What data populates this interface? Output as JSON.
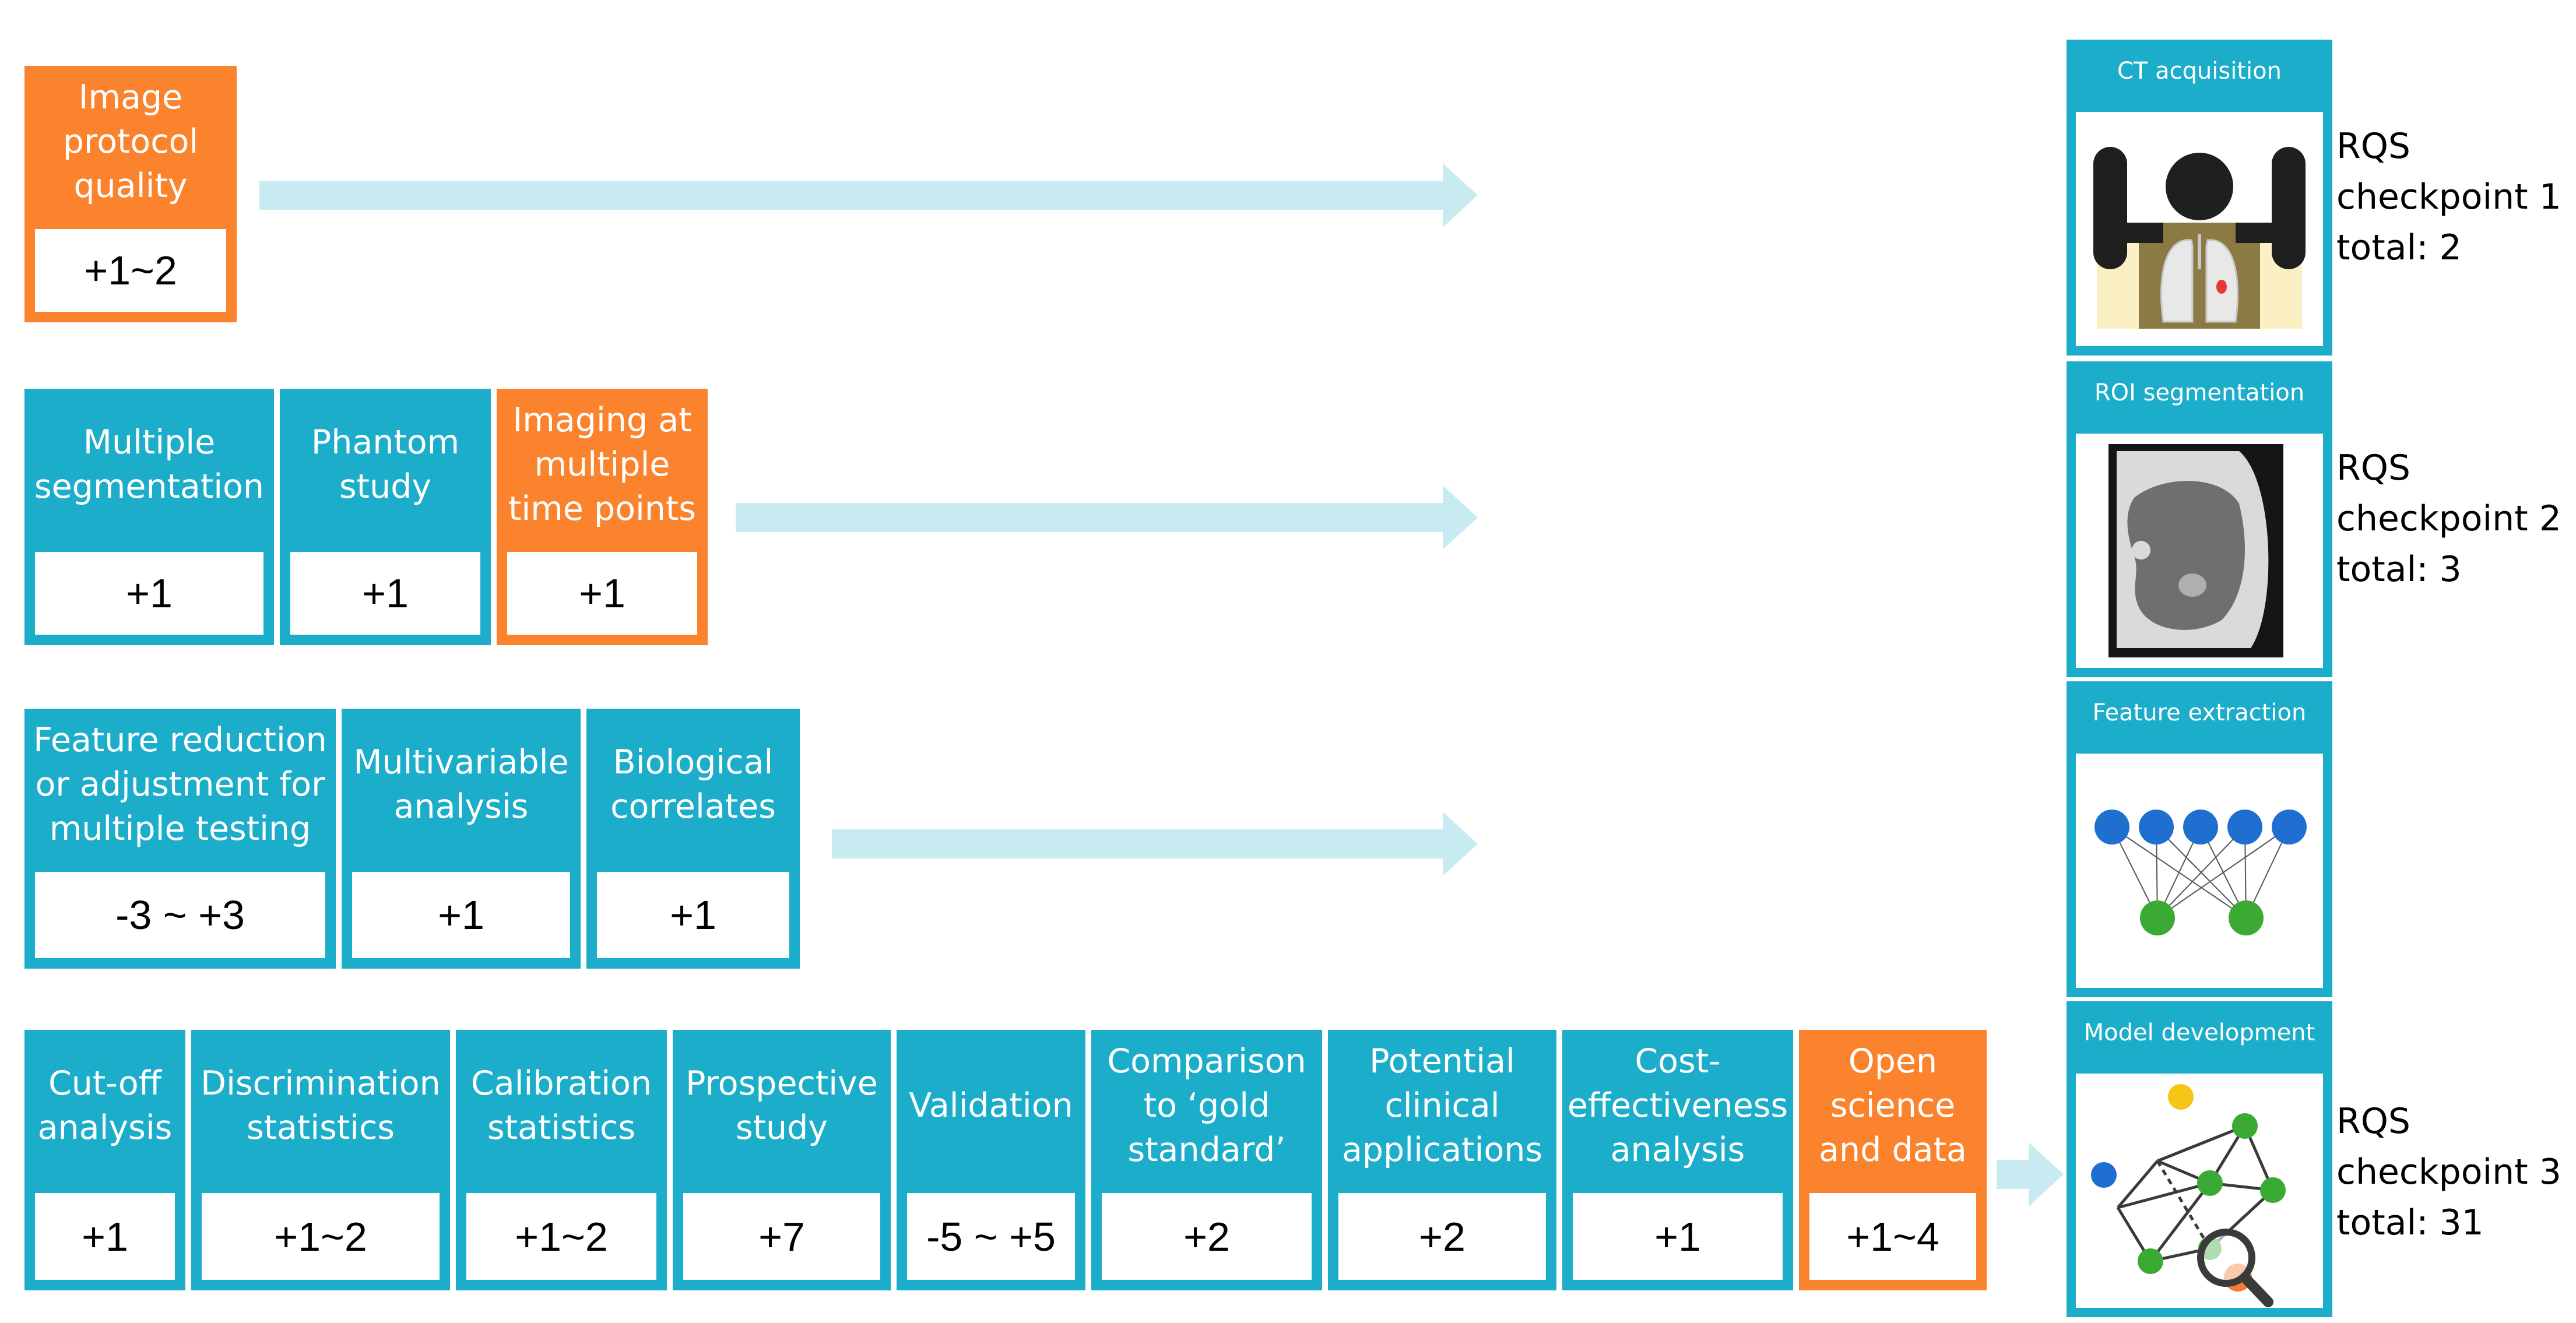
{
  "rows": [
    {
      "criteria": [
        {
          "title": "Image protocol quality",
          "score": "+1~2",
          "color": "orange"
        }
      ]
    },
    {
      "criteria": [
        {
          "title": "Multiple segmentation",
          "score": "+1",
          "color": "blue"
        },
        {
          "title": "Phantom study",
          "score": "+1",
          "color": "blue"
        },
        {
          "title": "Imaging at multiple time points",
          "score": "+1",
          "color": "orange"
        }
      ]
    },
    {
      "criteria": [
        {
          "title": "Feature reduction or adjustment for multiple testing",
          "score": "-3 ~ +3",
          "color": "blue"
        },
        {
          "title": "Multivariable analysis",
          "score": "+1",
          "color": "blue"
        },
        {
          "title": "Biological correlates",
          "score": "+1",
          "color": "blue"
        }
      ]
    },
    {
      "criteria": [
        {
          "title": "Cut-off analysis",
          "score": "+1",
          "color": "blue"
        },
        {
          "title": "Discrimination statistics",
          "score": "+1~2",
          "color": "blue"
        },
        {
          "title": "Calibration statistics",
          "score": "+1~2",
          "color": "blue"
        },
        {
          "title": "Prospective study",
          "score": "+7",
          "color": "blue"
        },
        {
          "title": "Validation",
          "score": "-5 ~ +5",
          "color": "blue"
        },
        {
          "title": "Comparison to ‘gold standard’",
          "score": "+2",
          "color": "blue"
        },
        {
          "title": "Potential clinical applications",
          "score": "+2",
          "color": "blue"
        },
        {
          "title": "Cost-effectiveness analysis",
          "score": "+1",
          "color": "blue"
        },
        {
          "title": "Open science and data",
          "score": "+1~4",
          "color": "orange"
        }
      ]
    }
  ],
  "stages": [
    {
      "title": "CT acquisition",
      "icon": "patient-ct-icon"
    },
    {
      "title": "ROI segmentation",
      "icon": "ct-slice-icon"
    },
    {
      "title": "Feature extraction",
      "icon": "neural-network-icon"
    },
    {
      "title": "Model development",
      "icon": "model-graph-icon"
    }
  ],
  "checkpoints": [
    {
      "label": "RQS",
      "name": "checkpoint 1",
      "total": "total: 2"
    },
    {
      "label": "RQS",
      "name": "checkpoint 2",
      "total": "total: 3"
    },
    {
      "label": "RQS",
      "name": "checkpoint 3",
      "total": "total: 31"
    }
  ],
  "colors": {
    "blue": "#1BADC9",
    "orange": "#FB832D",
    "arrow": "#C8EBF2"
  }
}
